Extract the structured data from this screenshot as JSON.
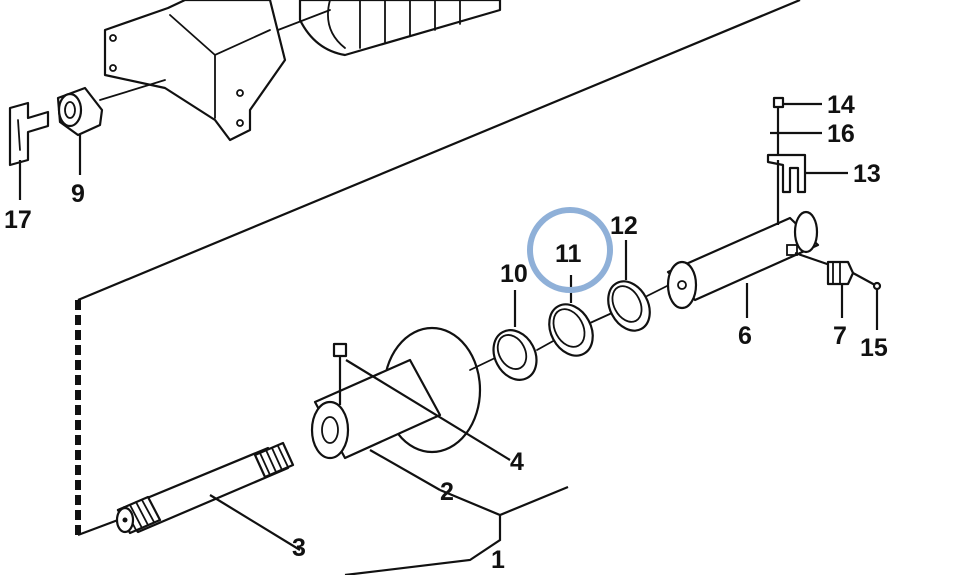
{
  "callouts": {
    "c1": "1",
    "c2": "2",
    "c3": "3",
    "c4": "4",
    "c6": "6",
    "c7": "7",
    "c9": "9",
    "c10": "10",
    "c11": "11",
    "c12": "12",
    "c13": "13",
    "c14": "14",
    "c15": "15",
    "c16": "16",
    "c17": "17"
  },
  "highlight": {
    "callout": "11",
    "color": "#8fb0d8"
  }
}
